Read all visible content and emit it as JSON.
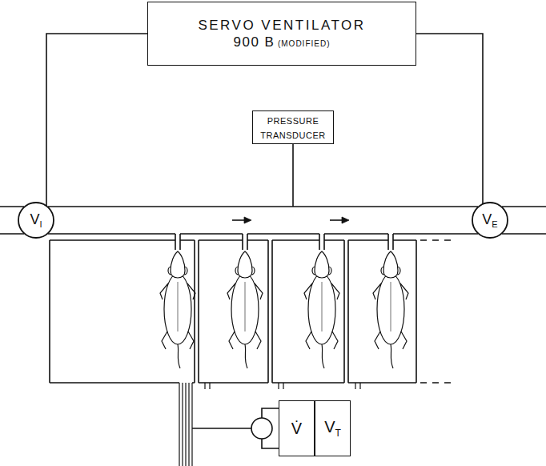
{
  "diagram": {
    "nodes": [
      {
        "text": [
          "SERVO VENTILATOR",
          "900 B",
          "(MODIFIED)"
        ]
      },
      {
        "text": [
          "PRESSURE TRANSDUCER"
        ]
      },
      {
        "text": [
          "V",
          "I"
        ]
      },
      {
        "text": [
          "V",
          "E"
        ]
      },
      {
        "text": [
          "V̇"
        ]
      },
      {
        "text": [
          "V",
          "T"
        ]
      }
    ],
    "edges": [
      {
        "from": 0,
        "to": 2,
        "arrow": "none"
      },
      {
        "from": 0,
        "to": 3,
        "arrow": "none"
      }
    ]
  }
}
